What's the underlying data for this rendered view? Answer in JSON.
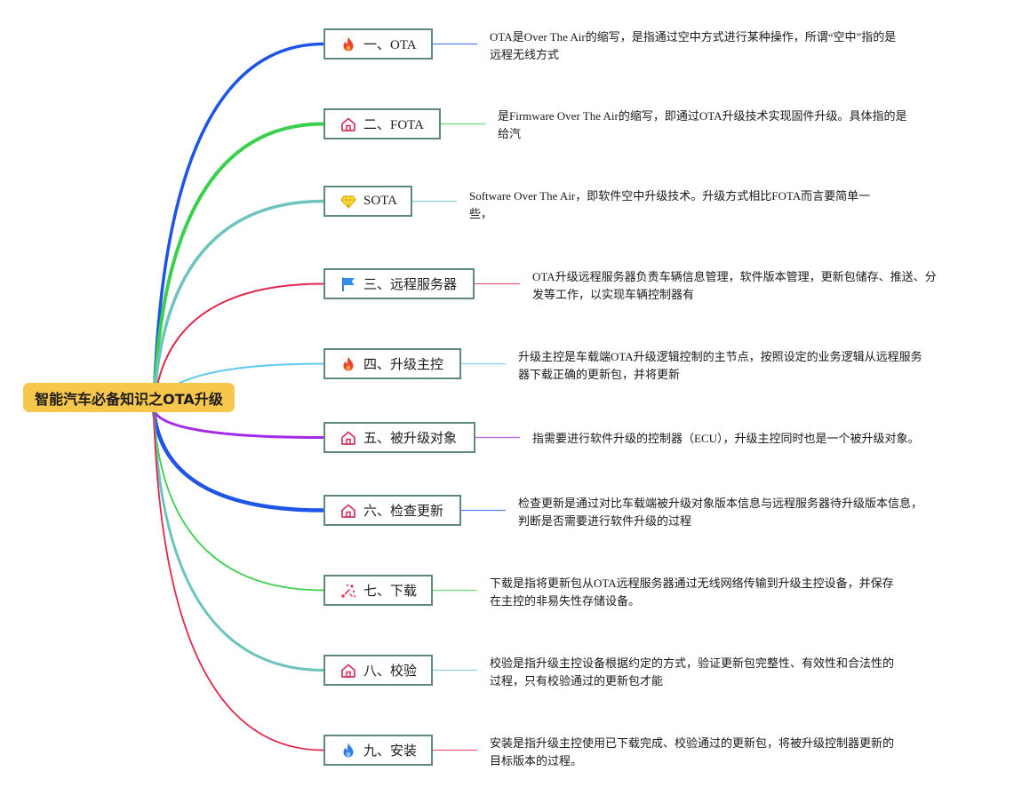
{
  "root": {
    "label": "智能汽车必备知识之OTA升级"
  },
  "nodes": [
    {
      "label": "一、OTA",
      "icon": "fire-icon",
      "color": "#1e55e6",
      "desc": [
        "OTA是Over The Air的缩写，是指通过空中方式进行某种操作，所谓“空中”指的是",
        "远程无线方式"
      ]
    },
    {
      "label": "二、FOTA",
      "icon": "house-icon",
      "color": "#3ccf4e",
      "desc": [
        "是Firmware Over The Air的缩写，即通过OTA升级技术实现固件升级。具体指的是",
        "给汽"
      ]
    },
    {
      "label": "SOTA",
      "icon": "diamond-icon",
      "color": "#6cc4bd",
      "desc": [
        "Software Over The Air，即软件空中升级技术。升级方式相比FOTA而言要简单一",
        "些，"
      ]
    },
    {
      "label": "三、远程服务器",
      "icon": "flag-icon",
      "color": "#e0274a",
      "desc": [
        "OTA升级远程服务器负责车辆信息管理，软件版本管理，更新包储存、推送、分",
        "发等工作，以实现车辆控制器有"
      ]
    },
    {
      "label": "四、升级主控",
      "icon": "fire-icon",
      "color": "#5ec8f2",
      "desc": [
        "升级主控是车载端OTA升级逻辑控制的主节点，按照设定的业务逻辑从远程服务",
        "器下载正确的更新包，并将更新"
      ]
    },
    {
      "label": "五、被升级对象",
      "icon": "house-icon",
      "color": "#a52ae8",
      "desc": [
        "指需要进行软件升级的控制器（ECU），升级主控同时也是一个被升级对象。"
      ]
    },
    {
      "label": "六、检查更新",
      "icon": "house-icon",
      "color": "#1e55e6",
      "desc": [
        "检查更新是通过对比车载端被升级对象版本信息与远程服务器待升级版本信息，",
        "判断是否需要进行软件升级的过程"
      ]
    },
    {
      "label": "七、下载",
      "icon": "sparkle-icon",
      "color": "#3ccf4e",
      "desc": [
        "下载是指将更新包从OTA远程服务器通过无线网络传输到升级主控设备，并保存",
        "在主控的非易失性存储设备。"
      ]
    },
    {
      "label": "八、校验",
      "icon": "house-icon",
      "color": "#6cc4bd",
      "desc": [
        "校验是指升级主控设备根据约定的方式，验证更新包完整性、有效性和合法性的",
        "过程，只有校验通过的更新包才能"
      ]
    },
    {
      "label": "九、安装",
      "icon": "blue-fire-icon",
      "color": "#e0274a",
      "desc": [
        "安装是指升级主控使用已下载完成、校验通过的更新包，将被升级控制器更新的",
        "目标版本的过程。"
      ]
    }
  ]
}
